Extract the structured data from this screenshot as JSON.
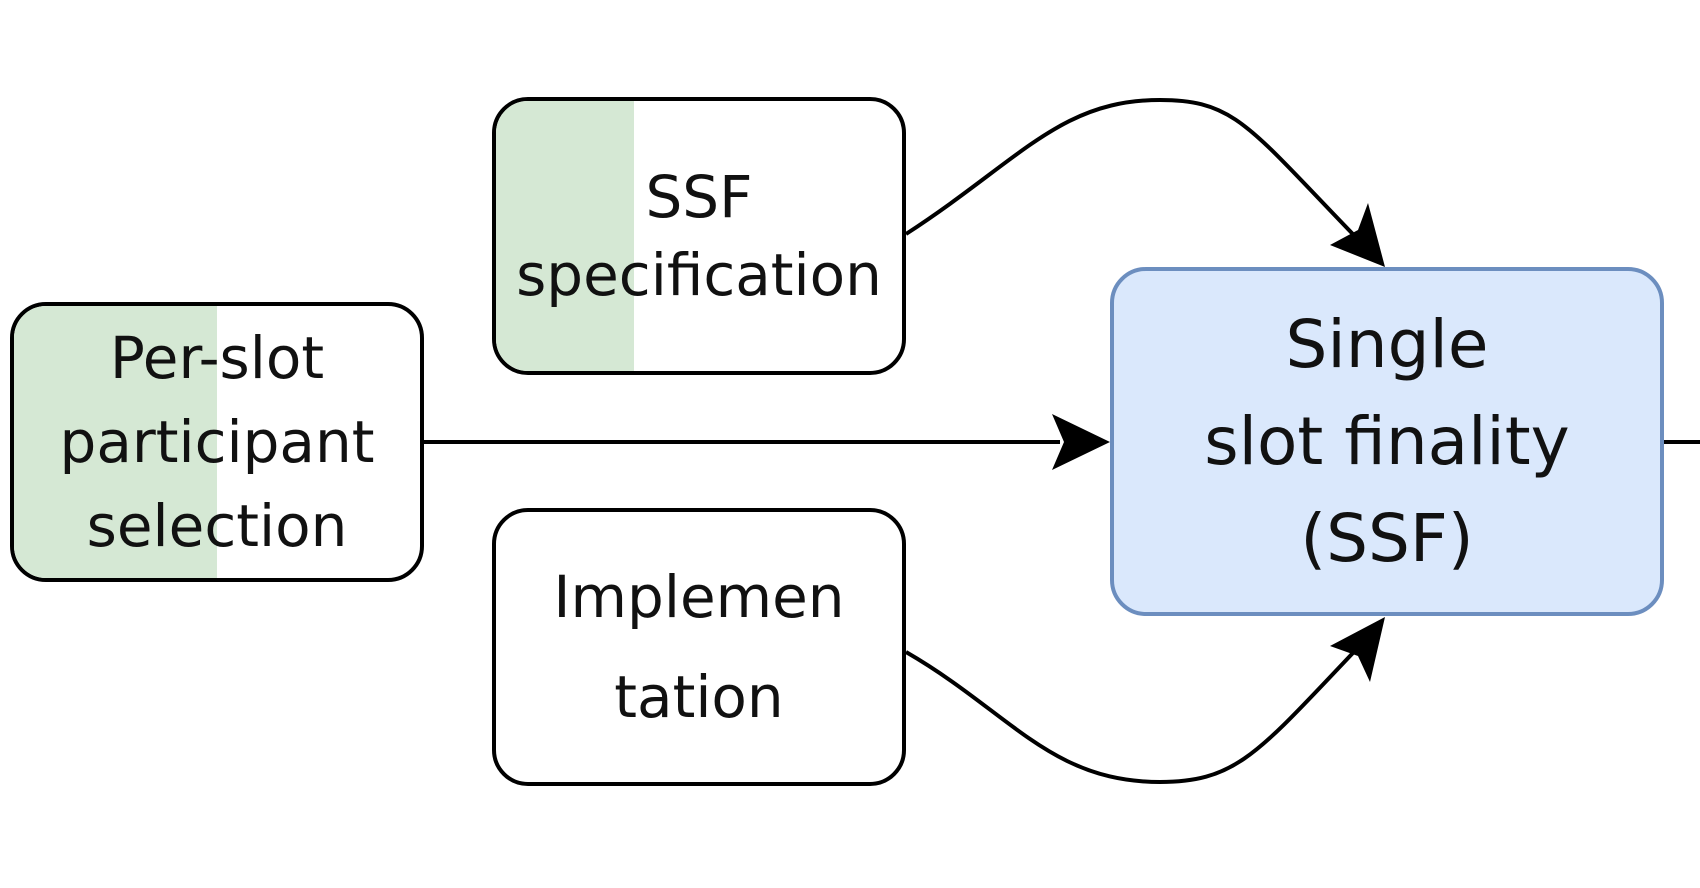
{
  "diagram": {
    "nodes": {
      "per_slot": {
        "lines": [
          "Per-slot",
          "participant",
          "selection"
        ],
        "progress": 0.5,
        "fill_color": "#d5e8d4"
      },
      "ssf_spec": {
        "lines": [
          "SSF",
          "specification"
        ],
        "progress": 0.34,
        "fill_color": "#d5e8d4"
      },
      "impl": {
        "lines": [
          "Implemen",
          "tation"
        ]
      },
      "ssf": {
        "lines": [
          "Single",
          "slot finality",
          "(SSF)"
        ],
        "fill_color": "#dae8fc",
        "border_color": "#6c8ebf"
      }
    },
    "edges": [
      {
        "from": "ssf_spec",
        "to": "ssf"
      },
      {
        "from": "per_slot",
        "to": "ssf"
      },
      {
        "from": "impl",
        "to": "ssf"
      },
      {
        "from": "ssf",
        "to": "offscreen"
      }
    ]
  }
}
